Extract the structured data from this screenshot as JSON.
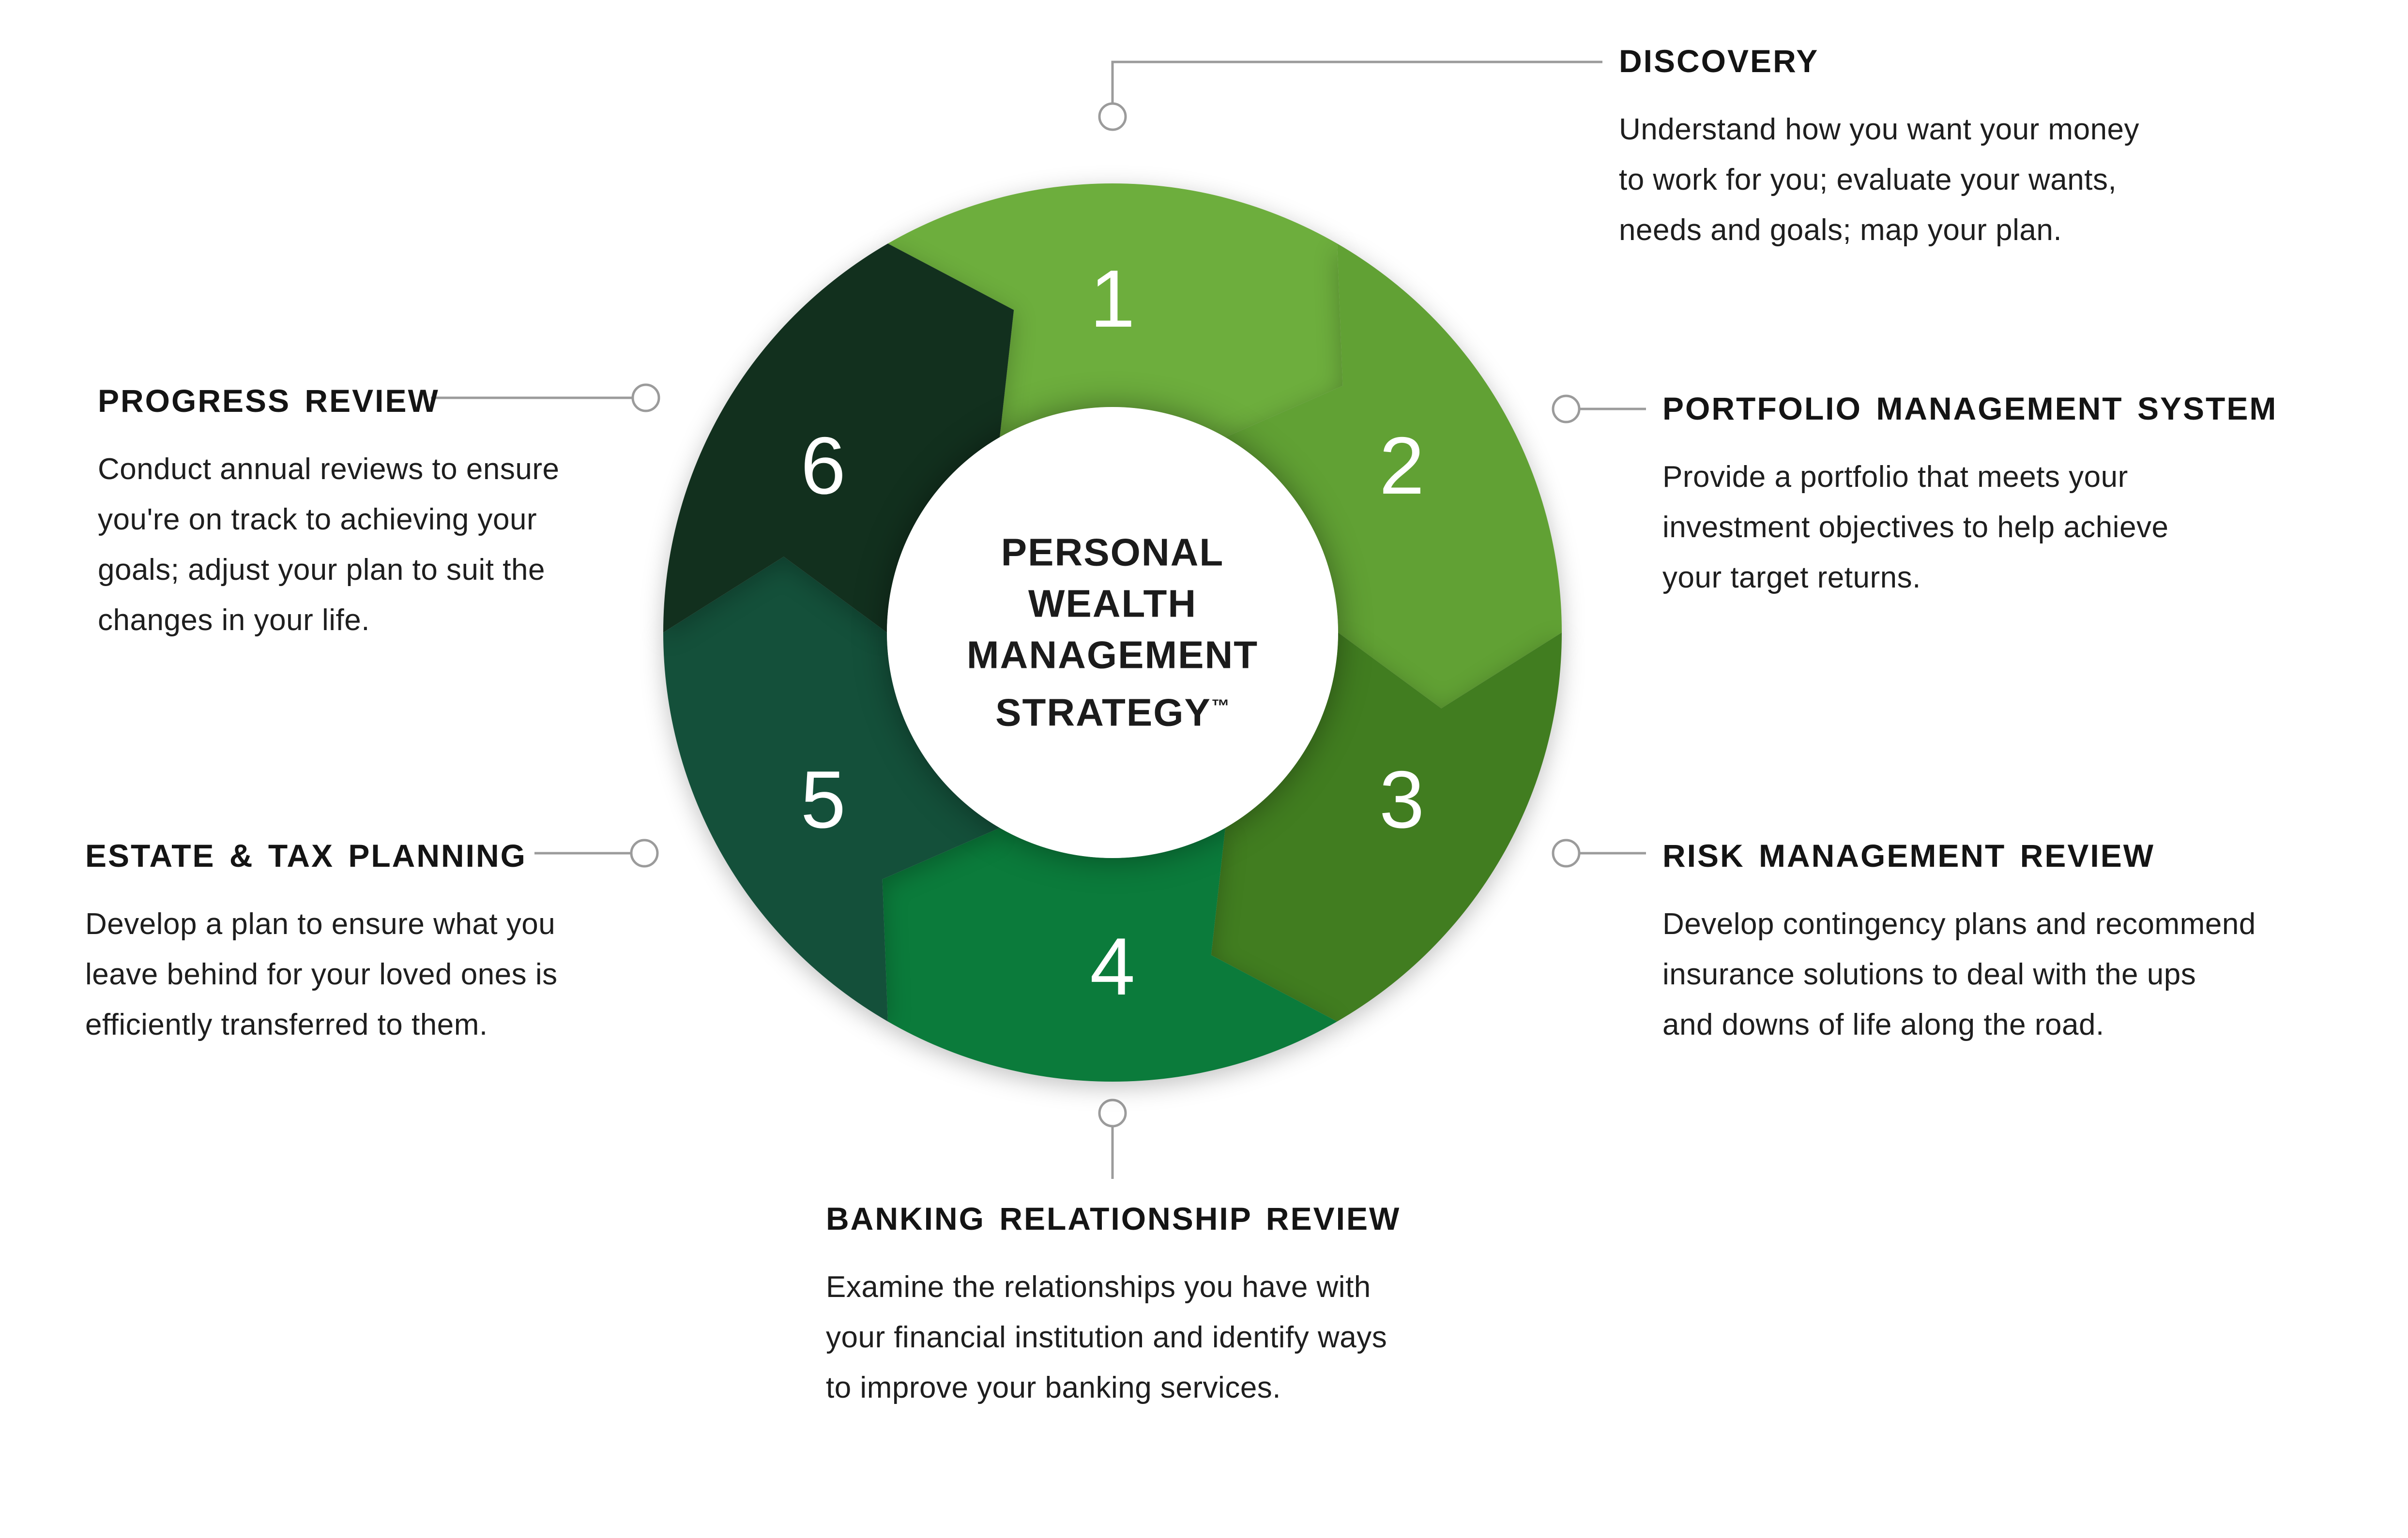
{
  "center": {
    "lines": [
      "PERSONAL",
      "WEALTH",
      "MANAGEMENT",
      "STRATEGY"
    ],
    "trademark": "™"
  },
  "steps": [
    {
      "number": "1",
      "label": "DISCOVERY",
      "color": "#6dae3d",
      "description_lines": [
        "Understand how you want your money",
        "to work for you; evaluate your wants,",
        "needs and goals; map your plan."
      ]
    },
    {
      "number": "2",
      "label": "PORTFOLIO MANAGEMENT SYSTEM",
      "color": "#61a134",
      "description_lines": [
        "Provide a portfolio that meets your",
        "investment objectives to help achieve",
        "your target returns."
      ]
    },
    {
      "number": "3",
      "label": "RISK MANAGEMENT REVIEW",
      "color": "#417d20",
      "description_lines": [
        "Develop contingency plans and recommend",
        "insurance solutions to deal with the ups",
        "and downs of life along the road."
      ]
    },
    {
      "number": "4",
      "label": "BANKING RELATIONSHIP REVIEW",
      "color": "#0b7b3b",
      "description_lines": [
        "Examine the relationships you have with",
        "your financial institution and identify ways",
        "to improve your banking services."
      ]
    },
    {
      "number": "5",
      "label": "ESTATE & TAX PLANNING",
      "color": "#14503a",
      "description_lines": [
        "Develop a plan to ensure what you",
        "leave behind for your loved ones is",
        "efficiently transferred to them."
      ]
    },
    {
      "number": "6",
      "label": "PROGRESS REVIEW",
      "color": "#12301e",
      "description_lines": [
        "Conduct annual reviews to ensure",
        "you're on track to achieving your",
        "goals; adjust your plan to suit the",
        "changes in your life."
      ]
    }
  ],
  "style": {
    "background": "#ffffff",
    "connector_color": "#9b9b9b",
    "heading_color": "#141414",
    "body_color": "#1e1e1e",
    "number_color": "#ffffff",
    "hub_color": "#ffffff",
    "title_color": "#1b1b1b"
  }
}
